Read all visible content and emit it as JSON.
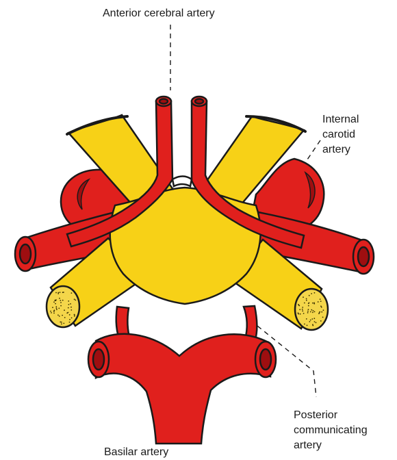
{
  "labels": {
    "anterior_cerebral_artery": "Anterior cerebral artery",
    "internal_carotid_artery": [
      "Internal",
      "carotid",
      "artery"
    ],
    "posterior_communicating_artery": [
      "Posterior",
      "communicating",
      "artery"
    ],
    "basilar_artery": "Basilar artery"
  },
  "colors": {
    "artery_red": "#e0201d",
    "artery_dark": "#9e0e10",
    "optic_yellow": "#f7d117",
    "optic_cut": "#f4d64a",
    "outline": "#1a1a1a"
  }
}
